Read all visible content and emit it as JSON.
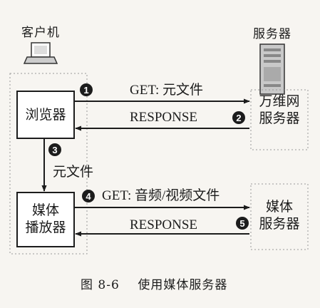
{
  "client": {
    "title": "客户机",
    "browser": "浏览器",
    "media_player": [
      "媒体",
      "播放器"
    ]
  },
  "server": {
    "title": "服务器",
    "web_server": [
      "万维网",
      "服务器"
    ],
    "media_server": [
      "媒体",
      "服务器"
    ]
  },
  "steps": [
    {
      "num": "1",
      "label": "GET: 元文件"
    },
    {
      "num": "2",
      "label": "RESPONSE"
    },
    {
      "num": "3",
      "label": "元文件"
    },
    {
      "num": "4",
      "label": "GET: 音频/视频文件"
    },
    {
      "num": "5",
      "label": "RESPONSE"
    }
  ],
  "caption": {
    "fig": "图 8-6",
    "text": "使用媒体服务器"
  }
}
